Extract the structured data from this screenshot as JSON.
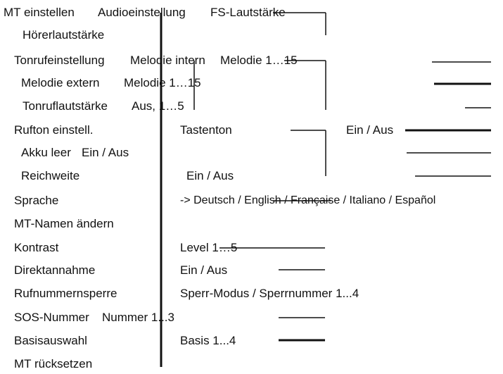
{
  "menu": {
    "mt_einstellen": "MT einstellen",
    "audioeinstellung": "Audioeinstellung",
    "fs_lautstaerke": "FS-Lautstärke",
    "hoererlautstaerke": "Hörerlautstärke",
    "tonrufeinstellung": "Tonrufeinstellung",
    "melodie_intern": "Melodie intern",
    "melodie_intern_range": "Melodie 1…15",
    "melodie_extern": "Melodie extern",
    "melodie_extern_range": "Melodie 1…15",
    "tonruflautstaerke": "Tonruflautstärke",
    "tonruflautstaerke_range": "Aus, 1…5",
    "rufton_einstell": "Rufton einstell.",
    "tastenton": "Tastenton",
    "tastenton_value": "Ein / Aus",
    "akku_leer": "Akku leer",
    "akku_leer_value": "Ein / Aus",
    "reichweite": "Reichweite",
    "reichweite_value": "Ein / Aus",
    "sprache": "Sprache",
    "sprache_value": "-> Deutsch / English / Française / Italiano / Español",
    "mt_namen": "MT-Namen ändern",
    "kontrast": "Kontrast",
    "kontrast_value": "Level 1…5",
    "direktannahme": "Direktannahme",
    "direktannahme_value": "Ein / Aus",
    "rufnummernsperre": "Rufnummernsperre",
    "rufnummernsperre_value": "Sperr-Modus / Sperrnummer 1...4",
    "sos_nummer": "SOS-Nummer",
    "sos_nummer_value": "Nummer 1...3",
    "basisauswahl": "Basisauswahl",
    "basisauswahl_value": "Basis 1...4",
    "mt_ruecksetzen": "MT rücksetzen"
  },
  "colors": {
    "text": "#111111",
    "line": "#111111",
    "background": "#ffffff"
  }
}
